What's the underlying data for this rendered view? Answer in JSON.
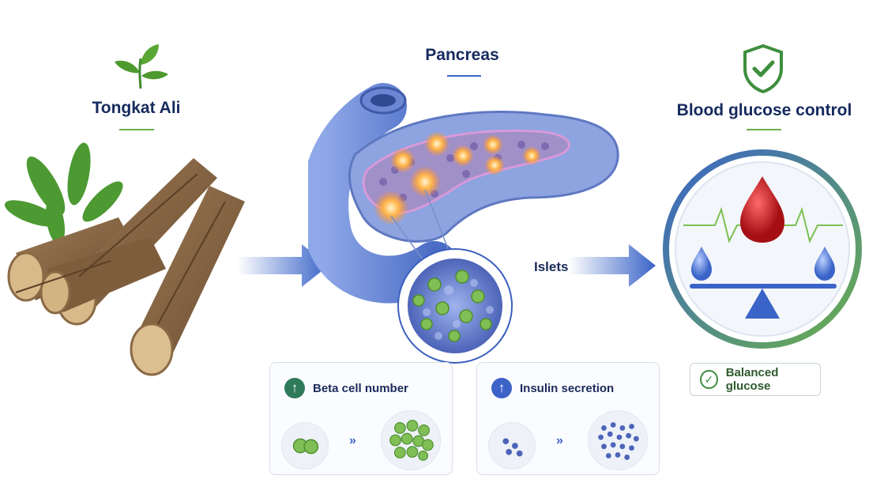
{
  "herb": {
    "title": "Tongkat Ali",
    "icon": "leaf-icon"
  },
  "pancreas": {
    "title": "Pancreas",
    "islets_label": "Islets"
  },
  "glucose": {
    "title": "Blood glucose control",
    "icon": "shield-check-icon",
    "badge_label": "Balanced glucose"
  },
  "effects": [
    {
      "label": "Beta cell number",
      "icon": "arrow-up-icon",
      "accent": "#2f7a5b"
    },
    {
      "label": "Insulin secretion",
      "icon": "arrow-up-icon",
      "accent": "#3d63c9"
    }
  ],
  "colors": {
    "navy": "#162a5e",
    "green": "#6ab04c",
    "blue": "#3a64c8",
    "blood": "#c9151c"
  }
}
